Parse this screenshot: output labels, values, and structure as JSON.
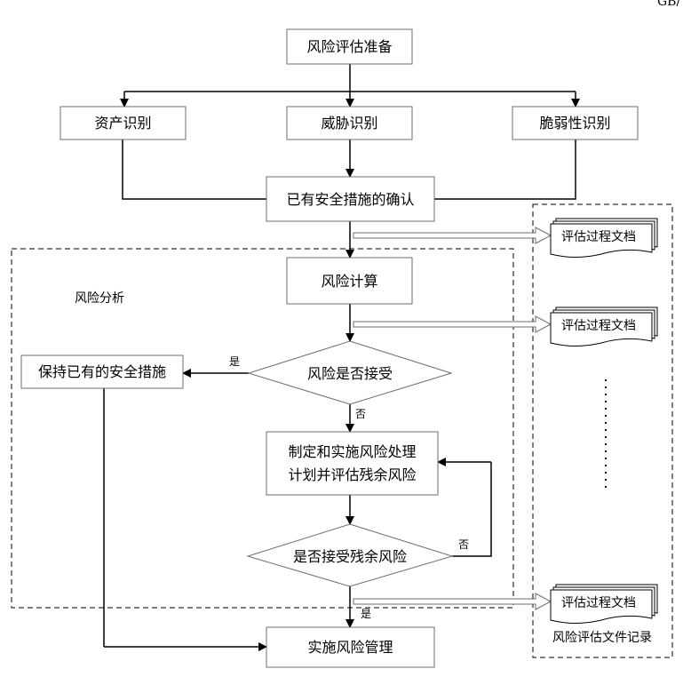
{
  "header_code": "GB/",
  "nodes": {
    "prep": "风险评估准备",
    "asset": "资产识别",
    "threat": "威胁识别",
    "vuln": "脆弱性识别",
    "confirm": "已有安全措施的确认",
    "calc": "风险计算",
    "accept": "风险是否接受",
    "keep": "保持已有的安全措施",
    "plan_line1": "制定和实施风险处理",
    "plan_line2": "计划并评估残余风险",
    "residual": "是否接受残余风险",
    "implement": "实施风险管理"
  },
  "edge_labels": {
    "yes1": "是",
    "no1": "否",
    "no2": "否",
    "yes2": "是"
  },
  "regions": {
    "analysis": "风险分析",
    "records": "风险评估文件记录"
  },
  "docs": [
    "评估过程文档",
    "评估过程文档",
    "评估过程文档"
  ]
}
